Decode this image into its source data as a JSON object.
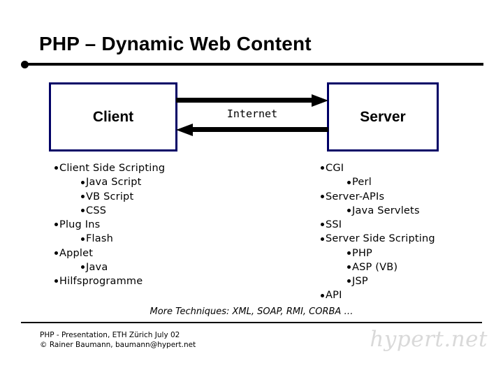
{
  "slide": {
    "title": "PHP – Dynamic Web Content"
  },
  "diagram": {
    "client_label": "Client",
    "server_label": "Server",
    "link_label": "Internet",
    "arrow_request_name": "arrow-client-to-server",
    "arrow_response_name": "arrow-server-to-client",
    "box_border_color": "#000066"
  },
  "client_list": {
    "items": [
      {
        "level": 1,
        "text": "Client Side Scripting"
      },
      {
        "level": 2,
        "text": "Java Script"
      },
      {
        "level": 2,
        "text": "VB Script"
      },
      {
        "level": 2,
        "text": "CSS"
      },
      {
        "level": 1,
        "text": "Plug Ins"
      },
      {
        "level": 2,
        "text": "Flash"
      },
      {
        "level": 1,
        "text": "Applet"
      },
      {
        "level": 2,
        "text": "Java"
      },
      {
        "level": 1,
        "text": "Hilfsprogramme"
      }
    ]
  },
  "server_list": {
    "items": [
      {
        "level": 1,
        "text": "CGI"
      },
      {
        "level": 2,
        "text": "Perl"
      },
      {
        "level": 1,
        "text": "Server-APIs"
      },
      {
        "level": 2,
        "text": "Java Servlets"
      },
      {
        "level": 1,
        "text": "SSI"
      },
      {
        "level": 1,
        "text": "Server Side Scripting"
      },
      {
        "level": 2,
        "text": "PHP"
      },
      {
        "level": 2,
        "text": "ASP (VB)"
      },
      {
        "level": 2,
        "text": "JSP"
      },
      {
        "level": 1,
        "text": "API"
      }
    ]
  },
  "note": {
    "more_techniques": "More Techniques: XML, SOAP, RMI, CORBA …"
  },
  "footer": {
    "line1": "PHP - Presentation, ETH Zürich July 02",
    "line2": "© Rainer Baumann, baumann@hypert.net",
    "brand": "hypert.net",
    "brand_color": "#d9d9d9"
  }
}
